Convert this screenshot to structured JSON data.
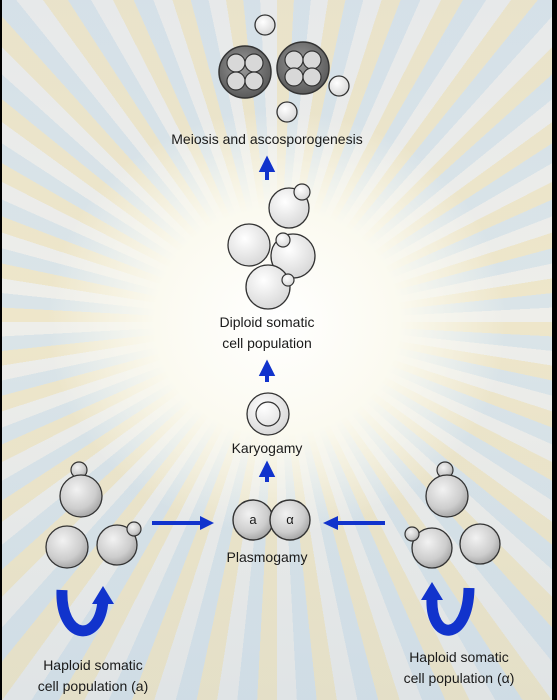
{
  "labels": {
    "meiosis": "Meiosis and ascosporogenesis",
    "diploid_line1": "Diploid somatic",
    "diploid_line2": "cell population",
    "karyogamy": "Karyogamy",
    "plasmogamy": "Plasmogamy",
    "haploid_a_line1": "Haploid somatic",
    "haploid_a_line2": "cell population (a)",
    "haploid_alpha_line1": "Haploid somatic",
    "haploid_alpha_line2": "cell population (α)",
    "mating_a": "a",
    "mating_alpha": "α"
  },
  "colors": {
    "arrow_blue": "#1133cc",
    "cell_fill": "#cfcfcf",
    "cell_stroke": "#333333"
  }
}
